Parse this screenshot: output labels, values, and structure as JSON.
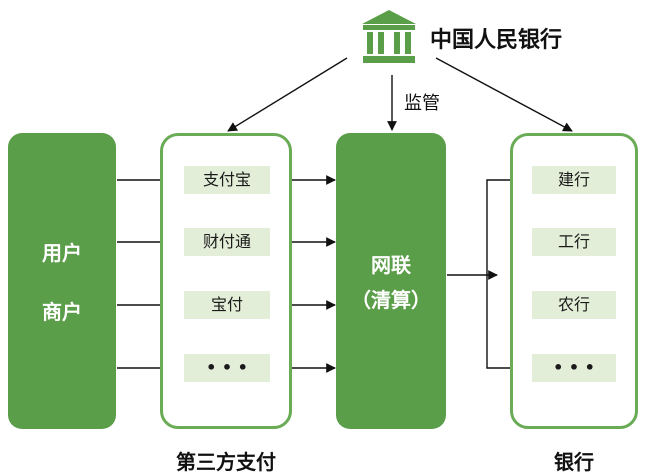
{
  "colors": {
    "green": "#5b9e49",
    "outline": "#6aab56",
    "item_bg": "#e3eed8",
    "line": "#111111"
  },
  "pboc": {
    "title": "中国人民银行",
    "icon": "bank-building-icon"
  },
  "supervision_label": "监管",
  "users_box": {
    "line1": "用户",
    "line2": "商户"
  },
  "third_party": {
    "items": [
      "支付宝",
      "财付通",
      "宝付",
      "• • •"
    ],
    "caption": "第三方支付"
  },
  "clearing": {
    "line1": "网联",
    "line2": "（清算）"
  },
  "banks": {
    "items": [
      "建行",
      "工行",
      "农行",
      "• • •"
    ],
    "caption": "银行"
  }
}
